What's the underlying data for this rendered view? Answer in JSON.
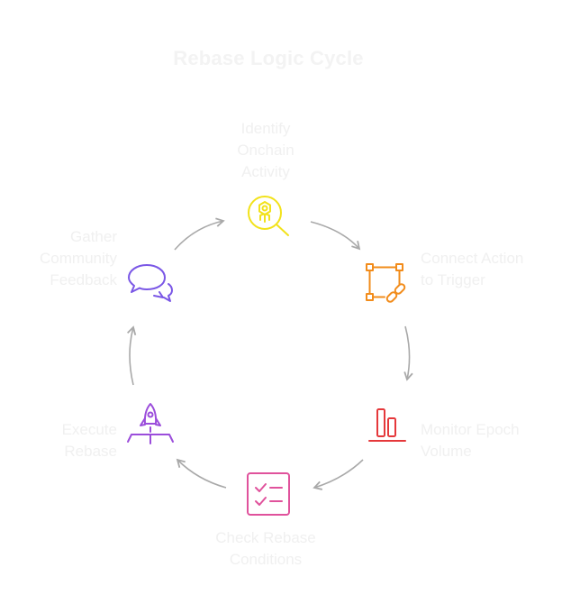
{
  "title": "Rebase Logic Cycle",
  "steps": [
    {
      "label": "Identify\nOnchain\nActivity",
      "icon": "onchain-search-icon",
      "color": "#f2e21a"
    },
    {
      "label": "Connect Action\nto Trigger",
      "icon": "link-trigger-icon",
      "color": "#f28c1b"
    },
    {
      "label": "Monitor Epoch\nVolume",
      "icon": "bar-chart-icon",
      "color": "#e5383b"
    },
    {
      "label": "Check Rebase\nConditions",
      "icon": "checklist-icon",
      "color": "#e0529c"
    },
    {
      "label": "Execute\nRebase",
      "icon": "rocket-icon",
      "color": "#9b4ddb"
    },
    {
      "label": "Gather\nCommunity\nFeedback",
      "icon": "chat-bubbles-icon",
      "color": "#7a57e6"
    }
  ],
  "arrow_color": "#a9a9a9"
}
